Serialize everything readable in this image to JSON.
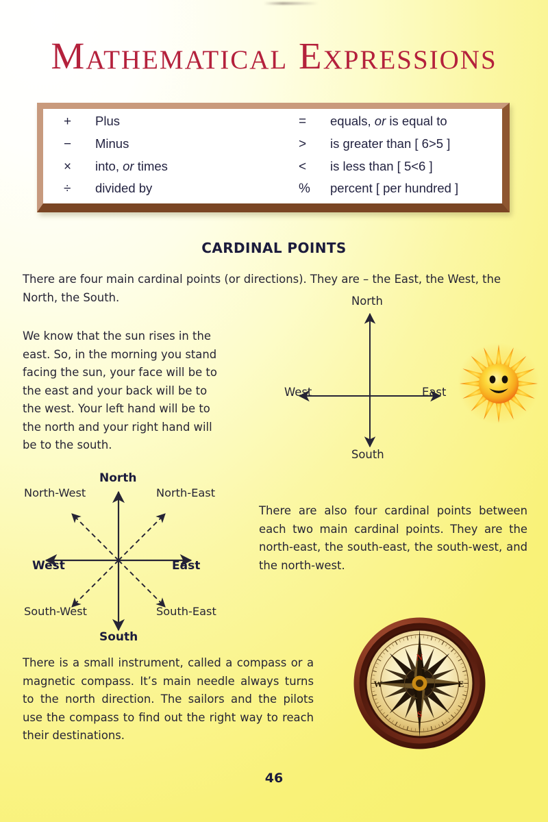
{
  "page": {
    "title": "Mathematical Expressions",
    "number": "46",
    "title_color": "#b4213c",
    "text_color": "#262435",
    "background_from": "#ffffff",
    "background_to": "#f8f172"
  },
  "symbol_table": {
    "frame_color": "#8e5630",
    "left_column": [
      {
        "symbol": "+",
        "meaning": "Plus"
      },
      {
        "symbol": "−",
        "meaning": "Minus"
      },
      {
        "symbol": "×",
        "meaning_pre": "into, ",
        "meaning_em": "or",
        "meaning_post": " times"
      },
      {
        "symbol": "÷",
        "meaning": "divided by"
      }
    ],
    "right_column": [
      {
        "symbol": "=",
        "meaning_pre": "equals, ",
        "meaning_em": "or",
        "meaning_post": " is equal to"
      },
      {
        "symbol": ">",
        "meaning": "is greater than [ 6>5 ]"
      },
      {
        "symbol": "<",
        "meaning": "is less than [ 5<6 ]"
      },
      {
        "symbol": "%",
        "meaning": "percent [ per hundred ]"
      }
    ]
  },
  "section": {
    "heading": "CARDINAL POINTS",
    "intro_paragraph": "There are four main cardinal points (or directions). They are – the East, the West, the North, the South.",
    "sun_paragraph": "We know that the sun rises in the east. So, in the morning you stand facing the sun, your face will be to the east and your back will be to the west. Your left hand will be to the north and your right hand will be to the south.",
    "intercardinal_paragraph": "There are also four cardinal points between each two main cardinal points. They are the north-east, the south-east, the south-west, and the north-west.",
    "compass_paragraph": "There is a small instrument, called a compass or a magnetic  compass. It’s main needle always turns to the north direction. The sailors and the pilots use the compass to find out the right way to reach their destinations."
  },
  "cross_diagram": {
    "north": "North",
    "south": "South",
    "east": "East",
    "west": "West"
  },
  "compass_rose": {
    "north": "North",
    "south": "South",
    "east": "East",
    "west": "West",
    "north_west": "North-West",
    "north_east": "North-East",
    "south_west": "South-West",
    "south_east": "South-East"
  },
  "compass_photo": {
    "letter_north": "N",
    "letter_south": "S",
    "letter_east": "E",
    "letter_west": "W",
    "rim_color": "#6b2415",
    "dial_color": "#f3e2ae"
  },
  "sun_illustration": {
    "ray_color": "#f07f16",
    "face_color": "#fdd93a"
  }
}
